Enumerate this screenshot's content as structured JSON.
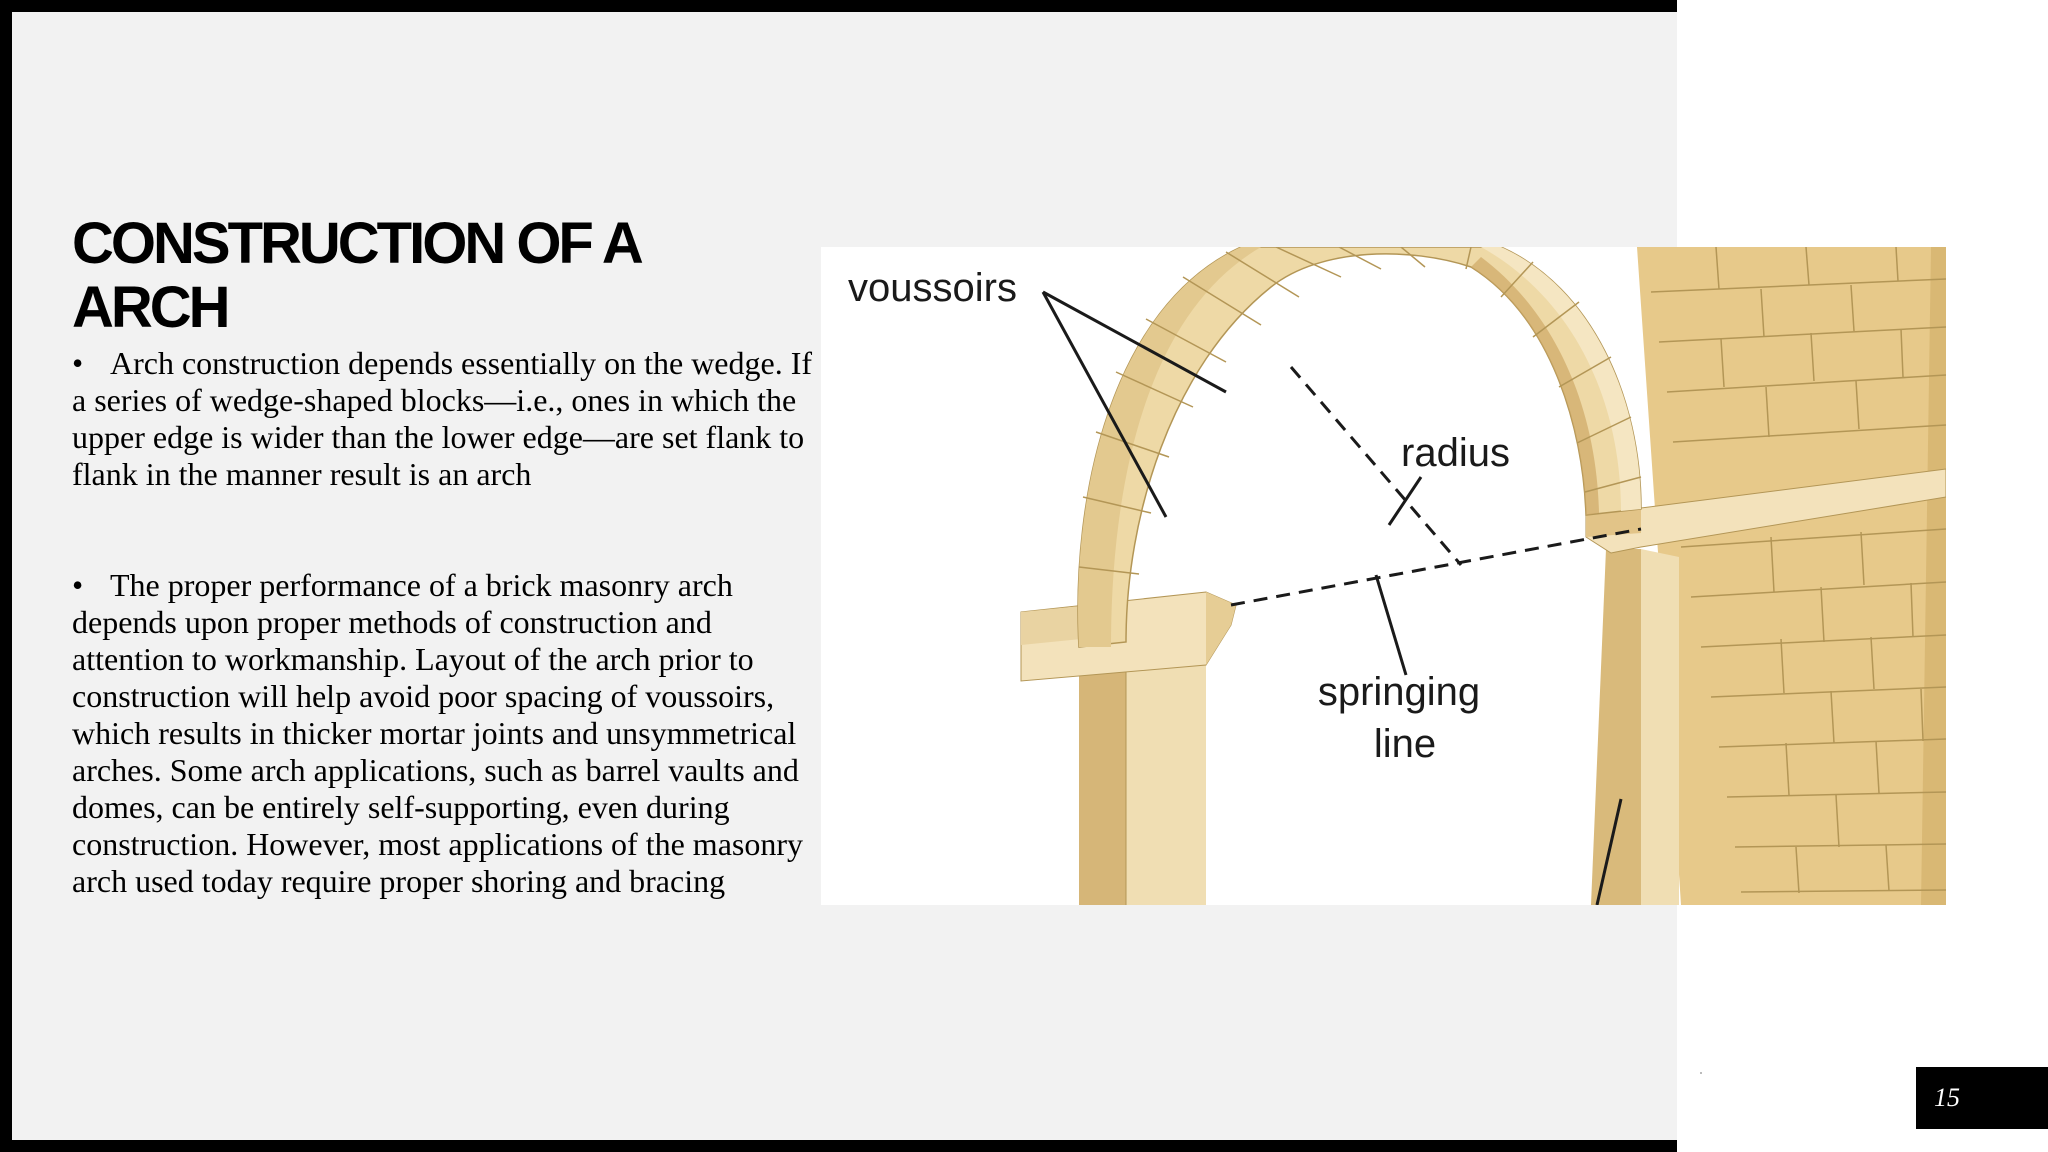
{
  "slide": {
    "title": "CONSTRUCTION OF A ARCH",
    "number": "15"
  },
  "bullets": [
    {
      "marker": "•",
      "text": "Arch construction depends essentially on the wedge. If a series of wedge-shaped blocks—i.e., ones in which the upper edge is wider than the lower edge—are set flank to flank in the manner result is an arch"
    },
    {
      "marker": "•",
      "text": "The proper performance of a brick masonry arch depends upon proper methods of construction and attention to workmanship. Layout of the arch prior to construction will help avoid poor spacing of voussoirs, which results in thicker mortar joints and unsymmetrical arches. Some arch applications, such as barrel vaults and domes, can be entirely self-supporting, even during construction. However, most applications of the masonry arch used today require proper shoring and bracing"
    }
  ],
  "figure": {
    "labels": {
      "voussoirs": "voussoirs",
      "radius": "radius",
      "springing_line_1": "springing",
      "springing_line_2": "line"
    }
  },
  "colors": {
    "panel": "#f2f2f2",
    "frame": "#000000",
    "stone_light": "#f3e2bb",
    "stone_mid": "#e6cd95",
    "stone_dark": "#d6b678",
    "wall": "#e7c98a",
    "mortar": "#b39656"
  }
}
